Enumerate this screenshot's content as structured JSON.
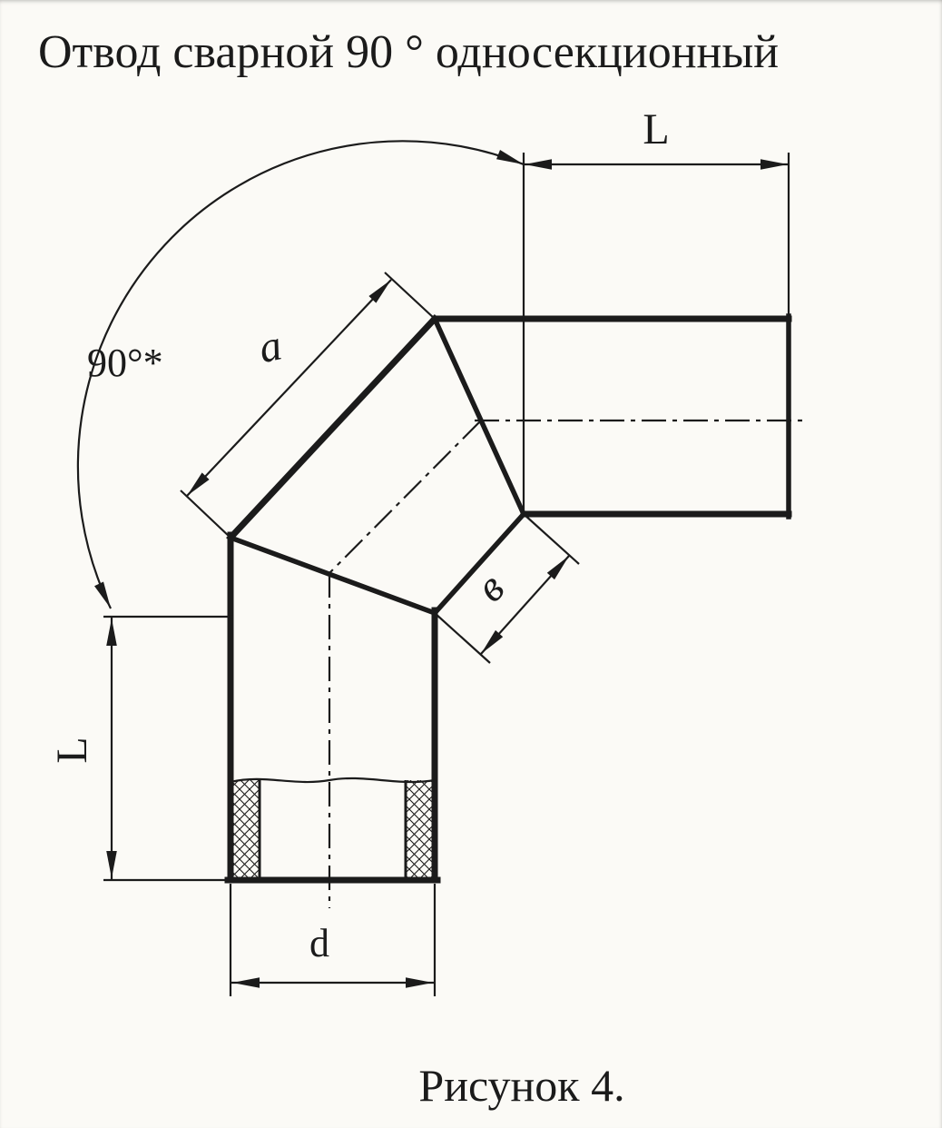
{
  "title": "Отвод сварной 90 ° односекционный",
  "caption": "Рисунок 4.",
  "drawing": {
    "subject": "welded 90-degree single-section pipe elbow",
    "labels": {
      "angle": "90°*",
      "top_length": "L",
      "left_length": "L",
      "segment_a": "a",
      "segment_b": "в",
      "diameter": "d"
    },
    "ink_color": "#1b1b1b",
    "paper_color": "#fbfaf6"
  }
}
